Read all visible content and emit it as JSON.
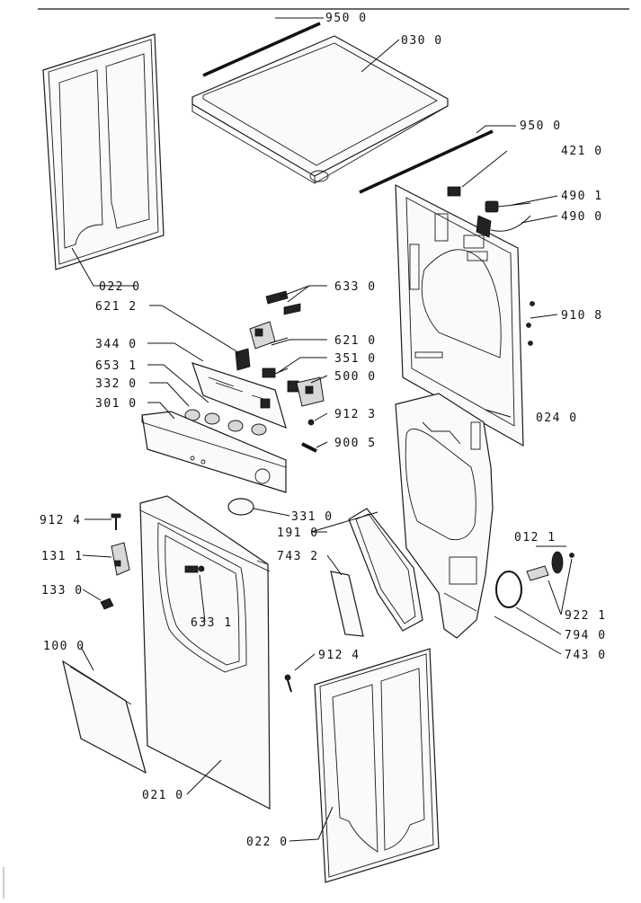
{
  "labels": {
    "l_950_top": "950 0",
    "l_030": "030 0",
    "l_950_mid": "950 0",
    "l_421": "421 0",
    "l_4901": "490 1",
    "l_4900": "490 0",
    "l_022_top": "022 0",
    "l_633_0": "633 0",
    "l_621_2": "621 2",
    "l_910_8": "910 8",
    "l_621_0": "621 0",
    "l_344": "344 0",
    "l_351": "351 0",
    "l_653": "653 1",
    "l_500": "500 0",
    "l_332": "332 0",
    "l_301": "301 0",
    "l_912_3": "912 3",
    "l_024": "024 0",
    "l_900_5": "900 5",
    "l_912_4a": "912 4",
    "l_331": "331 0",
    "l_191": "191 0",
    "l_012": "012 1",
    "l_131": "131 1",
    "l_743_2": "743 2",
    "l_133": "133 0",
    "l_922": "922 1",
    "l_633_1": "633 1",
    "l_794": "794 0",
    "l_100": "100 0",
    "l_912_4b": "912 4",
    "l_743_0": "743 0",
    "l_021": "021 0",
    "l_022_bot": "022 0"
  }
}
